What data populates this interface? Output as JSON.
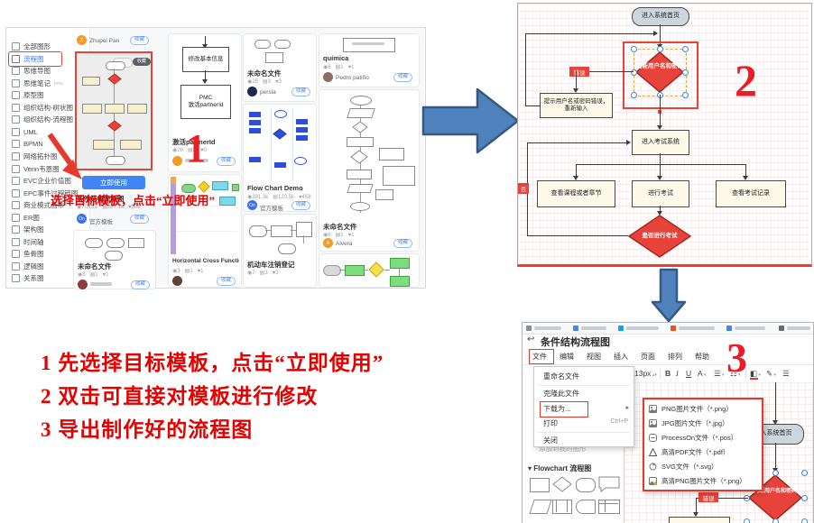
{
  "ui": {
    "steps": {
      "one": "1",
      "two": "2",
      "three": "3"
    },
    "instructions": {
      "line1": "1 先选择目标模板，点击“立即使用”",
      "line2": "2 双击可直接对模板进行修改",
      "line3": "3 导出制作好的流程图"
    },
    "note": "选择目标模板，点击“立即使用”"
  },
  "gallery": {
    "sidebar": [
      {
        "label": "全部图形"
      },
      {
        "label": "流程图"
      },
      {
        "label": "思维导图"
      },
      {
        "label": "思维笔记",
        "tag": "beta"
      },
      {
        "label": "原型图"
      },
      {
        "label": "组织结构-树状图"
      },
      {
        "label": "组织结构-流程图"
      },
      {
        "label": "UML"
      },
      {
        "label": "BPMN"
      },
      {
        "label": "网络拓扑图"
      },
      {
        "label": "Venn韦恩图"
      },
      {
        "label": "EVC企业价值图"
      },
      {
        "label": "EPC事件过程链图"
      },
      {
        "label": "商业模式画布"
      },
      {
        "label": "ER图"
      },
      {
        "label": "架构图"
      },
      {
        "label": "时间轴"
      },
      {
        "label": "鱼骨图"
      },
      {
        "label": "逻辑图"
      },
      {
        "label": "关系图"
      }
    ],
    "fav": "收藏",
    "badge": "收藏",
    "use_now": "立即使用",
    "zhupei_user": "Zhupei Pan",
    "cards": {
      "tiaojian": {
        "title": "条件结构流程图",
        "views": "703.1k",
        "clones": "267.1k",
        "likes": "508",
        "user": "官方模板"
      },
      "unnamed1": {
        "title": "未命名文件",
        "views": "8",
        "clones": "1",
        "likes": "1"
      },
      "pmc": {
        "box1": "修改基本信息",
        "box2a": "PMC",
        "box2b": "激活partnerId",
        "title": "激活partnerId",
        "views": "26",
        "clones": "2",
        "likes": "0"
      },
      "horizontal": {
        "title": "Horizontal Cross Functiona...",
        "views": "3",
        "clones": "1",
        "likes": "1"
      },
      "persia": {
        "title": "未命名文件",
        "views": "25",
        "clones": "3",
        "likes": "3",
        "user": "persia"
      },
      "flowdemo": {
        "title": "Flow Chart Demo",
        "views": "381.3k",
        "clones": "120.5k",
        "likes": "458",
        "user": "官方模板"
      },
      "jidongche": {
        "title": "机动车注销登记",
        "views": "7",
        "clones": "3",
        "likes": "3"
      },
      "quimica": {
        "title": "química",
        "views": "6",
        "clones": "1",
        "likes": "1",
        "user": "Pedro patiño"
      },
      "alvera": {
        "title": "未命名文件",
        "views": "6",
        "clones": "1",
        "likes": "1",
        "user": "Alvera"
      }
    }
  },
  "flow": {
    "start": "进入系统首页",
    "decision1": "判断用户名和密码",
    "error": "错误",
    "error_box": "提示用户名或密码错误，重新输入",
    "enter": "进入考试系统",
    "b1": "查看课程或者章节",
    "b2": "进行考试",
    "b3": "查看考试记录",
    "decision2": "是否进行考试",
    "no": "否"
  },
  "editor": {
    "doc_title": "条件结构流程图",
    "menus": [
      "文件",
      "编辑",
      "视图",
      "插入",
      "页面",
      "排列",
      "帮助"
    ],
    "file_menu": [
      {
        "label": "重命名文件"
      },
      {
        "label": "克隆此文件"
      },
      {
        "label": "下载为...",
        "arrow": "▸"
      },
      {
        "label": "打印",
        "shortcut": "Ctrl+P"
      },
      {
        "label": "关闭"
      }
    ],
    "export_menu": [
      "PNG图片文件（*.png）",
      "JPG图片文件（*.jpg）",
      "ProcessOn文件（*.pos）",
      "高清PDF文件（*.pdf）",
      "SVG文件（*.svg）",
      "高清PNG图片文件（*.png）"
    ],
    "toolbar": {
      "font_size": "13px",
      "bold": "B",
      "italic": "I",
      "underline": "U",
      "color": "A"
    },
    "left_panel": {
      "add_shapes": "添加到我的图形",
      "section": "▾ Flowchart 流程图"
    },
    "canvas": {
      "start": "入系统首页"
    }
  },
  "colors": {
    "accent_red": "#e8433a",
    "annotation_red": "#e60000",
    "primary_blue": "#4185f4",
    "arrow_blue": "#4f81bd"
  }
}
